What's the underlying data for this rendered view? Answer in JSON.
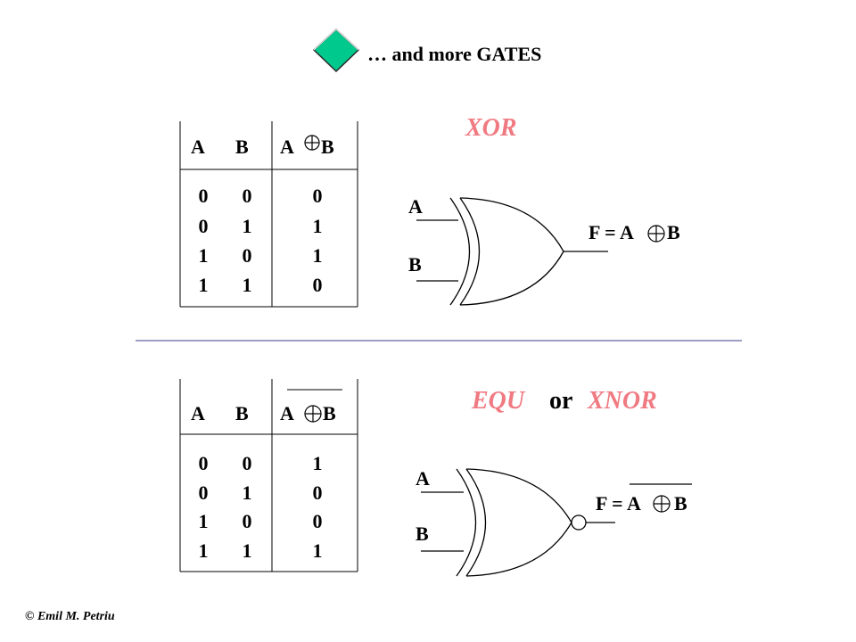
{
  "title": "… and more GATES",
  "xor": {
    "name": "XOR",
    "table": {
      "headers": [
        "A",
        "B",
        "A",
        "B"
      ],
      "rows": [
        [
          "0",
          "0",
          "0"
        ],
        [
          "0",
          "1",
          "1"
        ],
        [
          "1",
          "0",
          "1"
        ],
        [
          "1",
          "1",
          "0"
        ]
      ]
    },
    "inputs": [
      "A",
      "B"
    ],
    "formula": {
      "lhs": "F = A",
      "rhs": "B"
    }
  },
  "xnor": {
    "name_a": "EQU",
    "or_word": "or",
    "name_b": "XNOR",
    "table": {
      "headers": [
        "A",
        "B",
        "A",
        "B"
      ],
      "rows": [
        [
          "0",
          "0",
          "1"
        ],
        [
          "0",
          "1",
          "0"
        ],
        [
          "1",
          "0",
          "0"
        ],
        [
          "1",
          "1",
          "1"
        ]
      ]
    },
    "inputs": [
      "A",
      "B"
    ],
    "formula": {
      "lhs": "F = A",
      "rhs": "B"
    }
  },
  "footer": "© Emil M. Petriu",
  "colors": {
    "accent_label": "#f07a82",
    "bullet": "#00c98d",
    "divider": "#3c3c8c"
  }
}
